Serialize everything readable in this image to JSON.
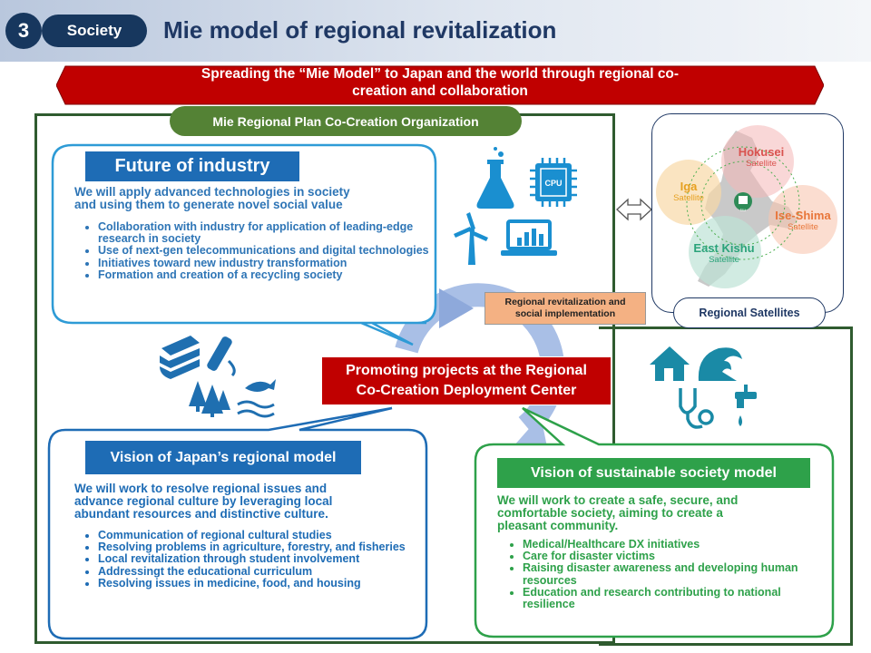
{
  "header": {
    "number": "3",
    "category": "Society",
    "title": "Mie model of regional revitalization"
  },
  "banner": {
    "line1": "Spreading the “Mie Model” to Japan and the world through regional co-",
    "line2": "creation and collaboration"
  },
  "organization": "Mie Regional Plan Co-Creation Organization",
  "industry": {
    "title": "Future of industry",
    "lead_line1": "We will apply advanced technologies in society",
    "lead_line2": "and using them to generate novel social value",
    "items": [
      "Collaboration with industry for application of leading-edge research in society",
      "Use of next-gen telecommunications and digital technologies",
      "Initiatives toward new industry transformation",
      "Formation and creation of a recycling society"
    ],
    "icons": [
      "flask-icon",
      "cpu-chip-icon",
      "wind-turbine-icon",
      "laptop-chart-icon"
    ],
    "cpu_label": "CPU"
  },
  "japan": {
    "title": "Vision of Japan’s regional model",
    "lead_line1": "We will work to resolve regional issues and",
    "lead_line2": "advance regional culture by leveraging local",
    "lead_line3": "abundant resources and distinctive culture.",
    "items": [
      "Communication of regional cultural studies",
      "Resolving problems in agriculture, forestry, and fisheries",
      "Local revitalization through student involvement",
      "Addressingt the educational curriculum",
      "Resolving issues in medicine, food, and housing"
    ],
    "icons": [
      "books-icon",
      "test-tube-icon",
      "forest-icon",
      "fish-waves-icon"
    ]
  },
  "sustainable": {
    "title": "Vision of sustainable society model",
    "lead_line1": "We will work to create a safe, secure, and",
    "lead_line2": "comfortable society, aiming to create a",
    "lead_line3": "pleasant community.",
    "items": [
      "Medical/Healthcare DX initiatives",
      "Care for disaster victims",
      "Raising disaster awareness and developing human resources",
      "Education and research contributing to national resilience"
    ],
    "icons": [
      "damaged-house-icon",
      "tsunami-wave-icon",
      "stethoscope-icon",
      "water-faucet-icon"
    ]
  },
  "center": {
    "line1": "Promoting projects at the Regional",
    "line2": "Co-Creation Deployment Center"
  },
  "implementation": {
    "line1": "Regional revitalization and",
    "line2": "social implementation"
  },
  "satellites": {
    "label": "Regional Satellites",
    "sub": "Satellite",
    "hub": "tsu",
    "names": [
      "Hokusei",
      "Iga",
      "Ise-Shima",
      "East Kishu"
    ]
  },
  "colors": {
    "navy": "#17375e",
    "banner_red": "#c00000",
    "frame_green": "#2f5b2f",
    "org_green": "#548235",
    "blue": "#1e6cb5",
    "green": "#2ea14a",
    "impl_orange": "#f4b183"
  }
}
